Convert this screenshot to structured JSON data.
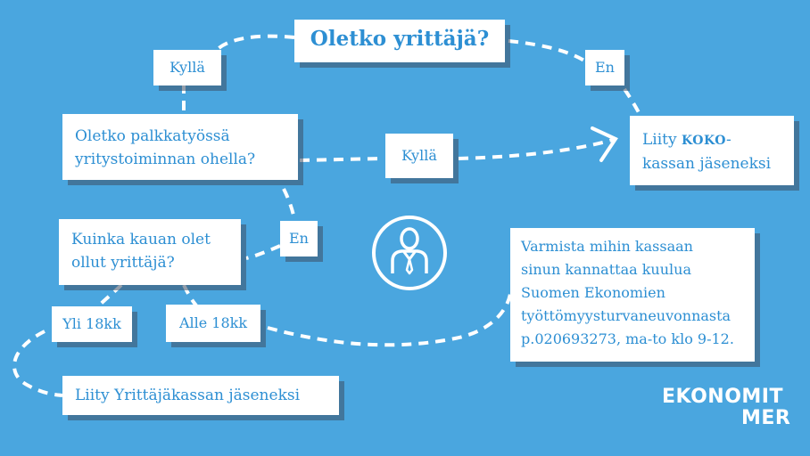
{
  "question_entrepreneur": "Oletko yrittäjä?",
  "answer_yes_top": "Kyllä",
  "answer_no_top": "En",
  "question_employed": {
    "line1": "Oletko palkkatyössä",
    "line2": "yritystoiminnan ohella?"
  },
  "answer_yes_middle": "Kyllä",
  "result_koko": {
    "prefix": "Liity ",
    "brand": "KOKO",
    "suffix": "-",
    "line2": "kassan jäseneksi"
  },
  "answer_no_middle": "En",
  "question_duration": {
    "line1": "Kuinka kauan olet",
    "line2": "ollut yrittäjä?"
  },
  "answer_over": "Yli 18kk",
  "answer_under": "Alle 18kk",
  "result_yrittajakassa": "Liity Yrittäjäkassan jäseneksi",
  "info_box": {
    "lines": [
      "Varmista mihin kassaan",
      "sinun kannattaa kuulua",
      "Suomen Ekonomien",
      "työttömyysturvaneuvonnasta",
      "p.020693273, ma-to klo 9-12."
    ]
  },
  "logo": {
    "line1": "EKONOMIT",
    "line2": "MER"
  },
  "colors": {
    "background": "#4aa6df",
    "box": "#ffffff",
    "text": "#2d8fd3",
    "shadow": "#3c4e64"
  },
  "icons": {
    "center": "person-with-tie-icon"
  }
}
